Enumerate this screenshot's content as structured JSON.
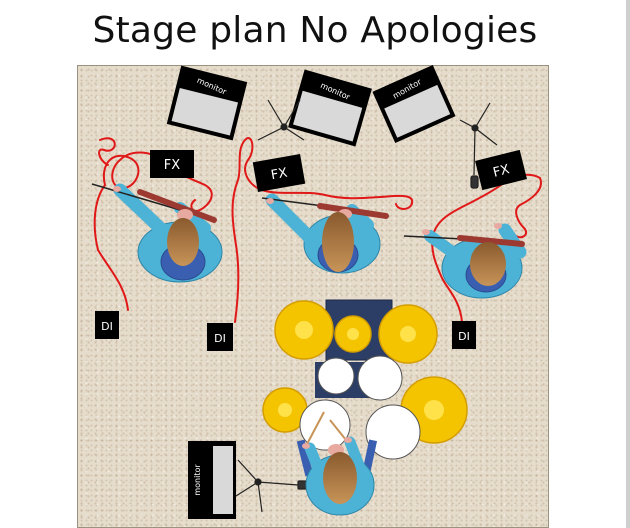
{
  "title": "Stage plan No Apologies",
  "labels": {
    "monitor": "monitor",
    "fx": "FX",
    "di": "DI"
  },
  "colors": {
    "stage_floor": "#e6dccb",
    "cable": "#e01818",
    "cymbal": "#f5c400",
    "musician_body": "#4db3d6",
    "hair": "#b8814a",
    "drum_head": "#ffffff",
    "drum_case": "#2c3e66",
    "equipment_box": "#000000"
  }
}
